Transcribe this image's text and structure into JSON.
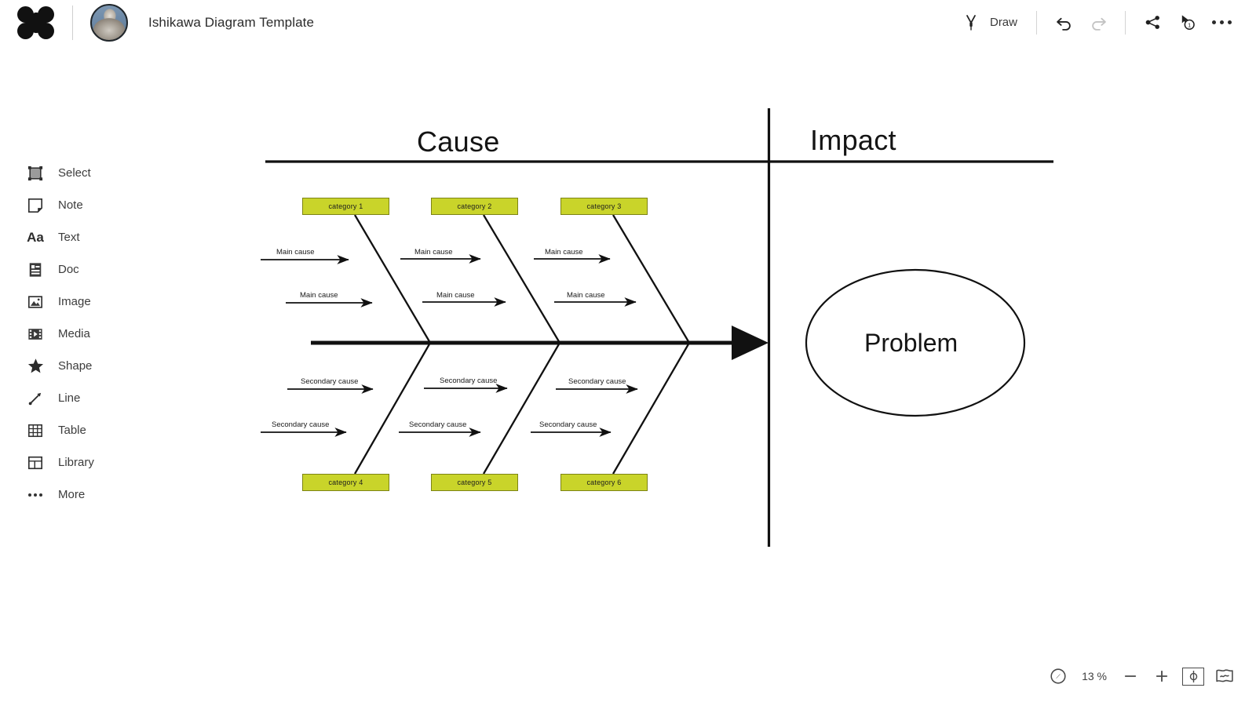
{
  "app": {
    "logo_icon": "app-logo-four-circles",
    "document_title": "Ishikawa Diagram Template",
    "avatar_icon": "user-avatar-photo"
  },
  "toolbar": {
    "draw_icon": "pen-draw-icon",
    "draw_label": "Draw",
    "undo_icon": "undo-arrow-icon",
    "redo_icon": "redo-arrow-icon",
    "share_icon": "share-network-icon",
    "presence_icon": "cursor-presence-icon",
    "more_icon": "more-horizontal-icon"
  },
  "sidebar": {
    "items": [
      {
        "label": "Select",
        "icon": "select-frame-icon"
      },
      {
        "label": "Note",
        "icon": "sticky-note-icon"
      },
      {
        "label": "Text",
        "icon": "text-aa-icon"
      },
      {
        "label": "Doc",
        "icon": "document-icon"
      },
      {
        "label": "Image",
        "icon": "image-picture-icon"
      },
      {
        "label": "Media",
        "icon": "media-film-icon"
      },
      {
        "label": "Shape",
        "icon": "shape-star-icon"
      },
      {
        "label": "Line",
        "icon": "line-arrow-icon"
      },
      {
        "label": "Table",
        "icon": "table-grid-icon"
      },
      {
        "label": "Library",
        "icon": "library-panel-icon"
      },
      {
        "label": "More",
        "icon": "more-horizontal-icon"
      }
    ]
  },
  "zoom_controls": {
    "navigator_icon": "compass-navigator-icon",
    "zoom_percent": "13 %",
    "zoom_out_icon": "minus-icon",
    "zoom_in_icon": "plus-icon",
    "fit_screen_icon": "fit-to-screen-icon",
    "minimap_icon": "minimap-icon"
  },
  "diagram": {
    "type": "ishikawa-fishbone",
    "colors": {
      "category_fill": "#c9d42a",
      "category_stroke": "#7d8415",
      "line": "#111111",
      "canvas": "#ffffff"
    },
    "headers": [
      {
        "name": "cause-header",
        "label": "Cause"
      },
      {
        "name": "impact-header",
        "label": "Impact"
      }
    ],
    "problem": {
      "label": "Problem",
      "shape": "ellipse"
    },
    "categories_top": [
      {
        "label": "category 1"
      },
      {
        "label": "category 2"
      },
      {
        "label": "category  3"
      }
    ],
    "categories_bottom": [
      {
        "label": "category 4"
      },
      {
        "label": "category 5"
      },
      {
        "label": "category 6"
      }
    ],
    "main_causes": [
      {
        "label": "Main cause"
      },
      {
        "label": "Main cause"
      },
      {
        "label": "Main cause"
      },
      {
        "label": "Main cause"
      },
      {
        "label": "Main cause"
      },
      {
        "label": "Main cause"
      }
    ],
    "secondary_causes": [
      {
        "label": "Secondary cause"
      },
      {
        "label": "Secondary cause"
      },
      {
        "label": "Secondary cause"
      },
      {
        "label": "Secondary cause"
      },
      {
        "label": "Secondary cause"
      },
      {
        "label": "Secondary cause"
      }
    ]
  }
}
